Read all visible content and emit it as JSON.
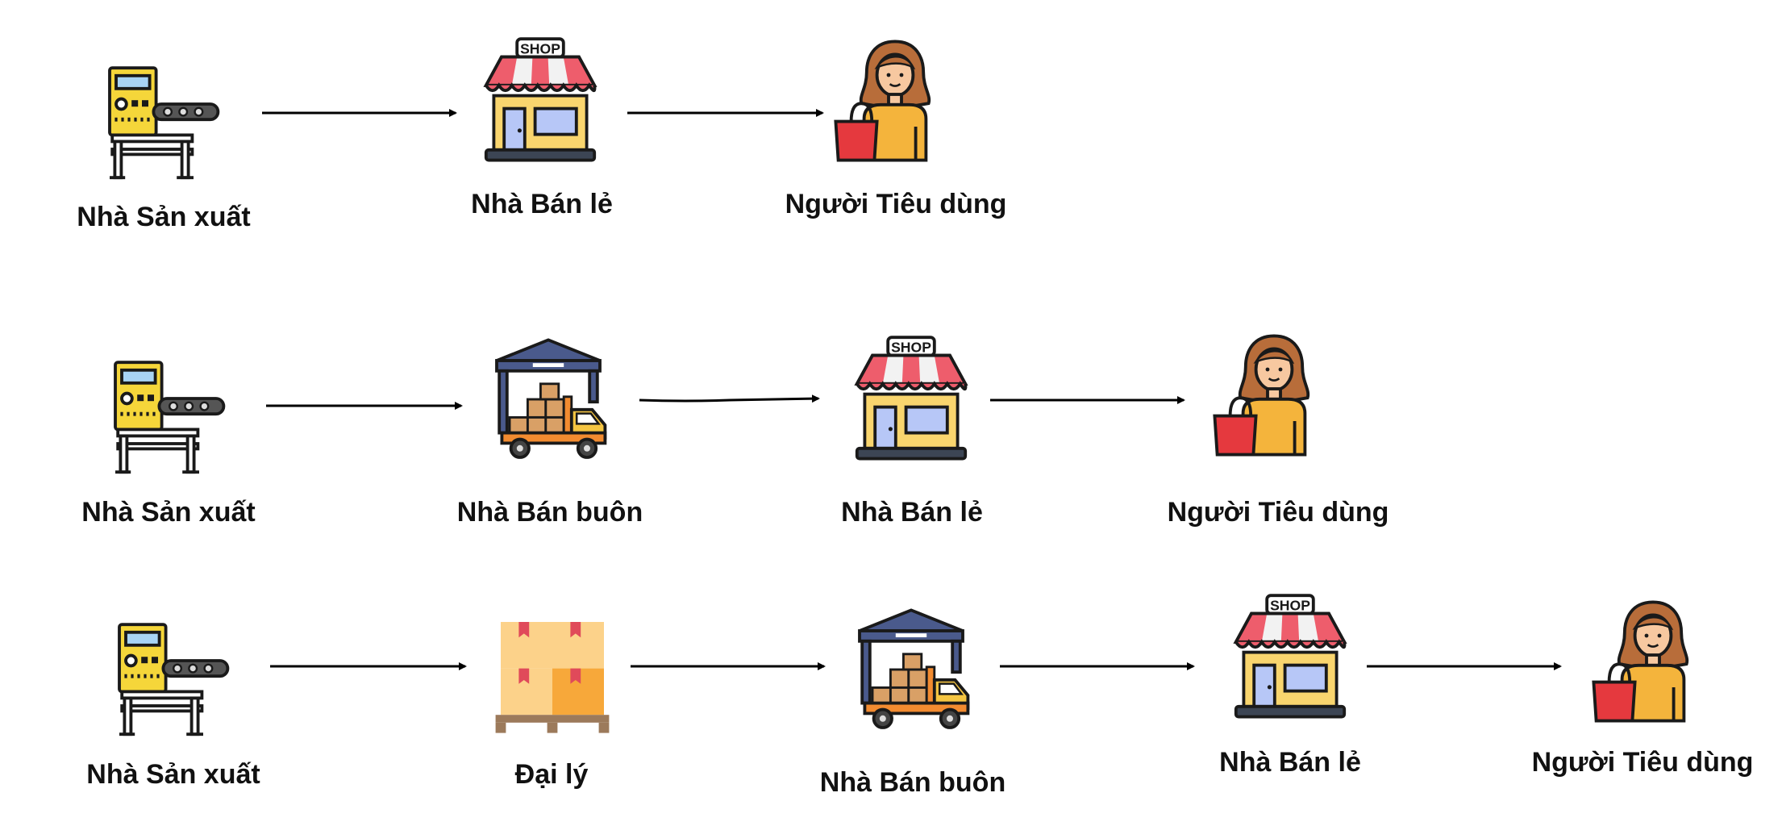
{
  "rows": [
    {
      "nodes": [
        {
          "type": "factory",
          "label": "Nhà Sản xuất"
        },
        {
          "type": "shop",
          "label": "Nhà Bán lẻ"
        },
        {
          "type": "consumer",
          "label": "Người Tiêu dùng"
        }
      ]
    },
    {
      "nodes": [
        {
          "type": "factory",
          "label": "Nhà Sản xuất"
        },
        {
          "type": "wholesaler",
          "label": "Nhà Bán buôn"
        },
        {
          "type": "shop",
          "label": "Nhà Bán lẻ"
        },
        {
          "type": "consumer",
          "label": "Người Tiêu dùng"
        }
      ]
    },
    {
      "nodes": [
        {
          "type": "factory",
          "label": "Nhà Sản xuất"
        },
        {
          "type": "agent",
          "label": "Đại lý"
        },
        {
          "type": "wholesaler",
          "label": "Nhà Bán buôn"
        },
        {
          "type": "shop",
          "label": "Nhà Bán lẻ"
        },
        {
          "type": "consumer",
          "label": "Người Tiêu dùng"
        }
      ]
    }
  ],
  "shop_sign": "SHOP",
  "colors": {
    "outline": "#1a1a1a",
    "machine_yellow": "#f5d63a",
    "screen_blue": "#a8d4f5",
    "awning_red": "#ee5d6c",
    "awning_white": "#f2f2f2",
    "shop_wall": "#f9d56e",
    "window_blue": "#b7c7f7",
    "roof_navy": "#4a5a8c",
    "truck_yellow": "#f5c542",
    "truck_orange": "#f28b30",
    "box_tan": "#d9a066",
    "pallet_brown": "#9c7a5b",
    "carton_light": "#fcd28a",
    "carton_dark": "#f7a83a",
    "ribbon_red": "#e04a5a",
    "hair_brown": "#b86d3a",
    "skin": "#f7c8a0",
    "shirt_yellow": "#f4b43c",
    "bag_red": "#e5393e"
  }
}
